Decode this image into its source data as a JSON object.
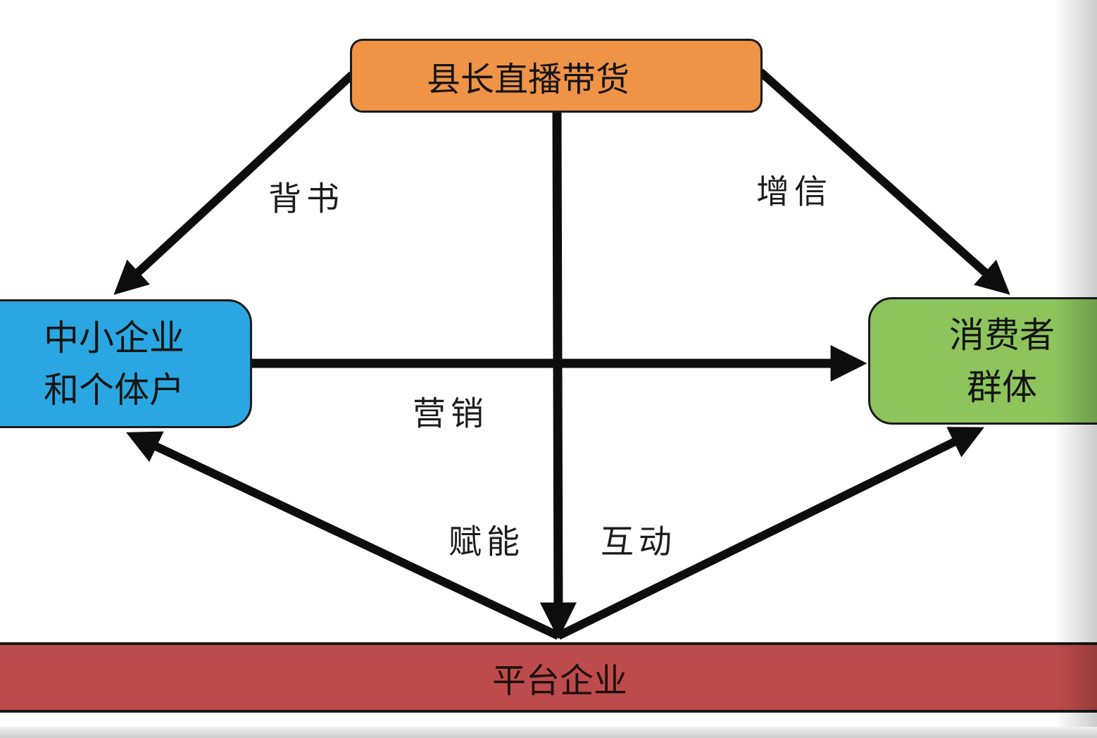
{
  "diagram": {
    "nodes": {
      "top": {
        "label": "县长直播带货",
        "color": "#EF9347"
      },
      "left": {
        "lines": [
          "中小企业",
          "和个体户"
        ],
        "color": "#2AA7E2"
      },
      "right": {
        "lines": [
          "消费者",
          "群体"
        ],
        "color": "#8DC45C"
      },
      "bottom": {
        "label": "平台企业",
        "color": "#BE4B4B"
      }
    },
    "edges": [
      {
        "from": "县长直播带货",
        "to": "中小企业和个体户",
        "label": "背书"
      },
      {
        "from": "县长直播带货",
        "to": "消费者群体",
        "label": "增信"
      },
      {
        "from": "中小企业和个体户",
        "to": "消费者群体",
        "label": "营销"
      },
      {
        "from": "县长直播带货",
        "to": "平台企业",
        "label": "互动"
      },
      {
        "from": "平台企业",
        "to": "中小企业和个体户",
        "label": "赋能"
      },
      {
        "from": "平台企业",
        "to": "消费者群体",
        "label": ""
      }
    ],
    "arrow_color": "#0d0d0d"
  }
}
